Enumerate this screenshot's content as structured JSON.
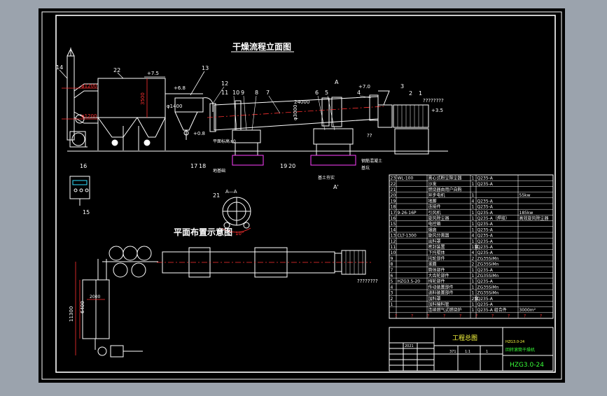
{
  "colors": {
    "window_bg": "#9ba3ad",
    "canvas": "#000000",
    "line": "#ffffff",
    "dim": "#ff3030",
    "green": "#38ff38",
    "yellow": "#ffff40",
    "cyan": "#30e0ff",
    "magenta": "#ff40ff",
    "blue": "#4080ff"
  },
  "titles": {
    "elevation": "干燥流程立面图",
    "plan": "平面布置示意图",
    "section": "A—A"
  },
  "elevation": {
    "callouts": [
      "14",
      "22",
      "13",
      "12",
      "11",
      "10",
      "9",
      "8",
      "7",
      "6",
      "5",
      "4",
      "3",
      "2",
      "1",
      "17",
      "18",
      "19",
      "20",
      "16",
      "15",
      "21"
    ],
    "dims": {
      "length": "24000",
      "height": "3500",
      "pipe_1": "φ1200",
      "pipe_2": "φ1200",
      "pipe_3": "φ1400",
      "level_1": "+7.5",
      "level_2": "+6.8",
      "level_3": "+7.0",
      "level_4": "+3.5",
      "level_5": "+0.8",
      "drum_dia": "φ3000",
      "mark_1": "????????",
      "mark_2": "??",
      "mark_3": "??"
    },
    "labels": {
      "floor_left": "平面标高±0",
      "foundation_left": "地基础",
      "foundation_right": "基土夯实",
      "concrete": "钢筋混凝土",
      "pit": "基坑",
      "section_a": "A",
      "section_a2": "A'",
      "angle": "10°"
    }
  },
  "plan": {
    "dims": {
      "length": "11300",
      "width": "6400",
      "drum": "2000"
    },
    "note": "????????"
  },
  "bom": {
    "rows": [
      {
        "no": "23",
        "code": "WL-100",
        "name": "离心式粉尘除尘器",
        "qty": "1",
        "mat": "Q235-A",
        "extra": ""
      },
      {
        "no": "22",
        "code": "",
        "name": "沙发",
        "qty": "1",
        "mat": "Q235-A",
        "extra": ""
      },
      {
        "no": "21",
        "code": "",
        "name": "燃烧器由用户自购",
        "qty": "",
        "mat": "",
        "extra": ""
      },
      {
        "no": "20",
        "code": "",
        "name": "异步电机",
        "qty": "1",
        "mat": "",
        "extra": "55kw"
      },
      {
        "no": "19",
        "code": "",
        "name": "地脚",
        "qty": "4",
        "mat": "Q235-A",
        "extra": ""
      },
      {
        "no": "18",
        "code": "",
        "name": "连接件",
        "qty": "1",
        "mat": "Q235-A",
        "extra": ""
      },
      {
        "no": "17",
        "code": "9-26-16P",
        "name": "引风机",
        "qty": "1",
        "mat": "Q235-A",
        "extra": "185kw"
      },
      {
        "no": "16",
        "code": "",
        "name": "旋风除尘器",
        "qty": "1",
        "mat": "Q235-A（焊接）",
        "extra": "高效旋风除尘器"
      },
      {
        "no": "15",
        "code": "",
        "name": "电控箱",
        "qty": "1",
        "mat": "Q235-A",
        "extra": ""
      },
      {
        "no": "14",
        "code": "",
        "name": "烟囱",
        "qty": "1",
        "mat": "Q235-A",
        "extra": ""
      },
      {
        "no": "13",
        "code": "CLT-1300",
        "name": "旋风分离器",
        "qty": "4",
        "mat": "Q235-A",
        "extra": ""
      },
      {
        "no": "12",
        "code": "",
        "name": "出料罩",
        "qty": "1",
        "mat": "Q235-A",
        "extra": ""
      },
      {
        "no": "11",
        "code": "",
        "name": "密封装置",
        "qty": "1套",
        "mat": "Q235-A",
        "extra": ""
      },
      {
        "no": "10",
        "code": "",
        "name": "下托辊体",
        "qty": "4",
        "mat": "Q235-A",
        "extra": ""
      },
      {
        "no": "9",
        "code": "",
        "name": "托轮部件",
        "qty": "2",
        "mat": "ZG35SiMn",
        "extra": ""
      },
      {
        "no": "8",
        "code": "",
        "name": "滚圈",
        "qty": "2",
        "mat": "ZG35SiMn",
        "extra": ""
      },
      {
        "no": "7",
        "code": "",
        "name": "筒体部件",
        "qty": "1",
        "mat": "Q235-A",
        "extra": ""
      },
      {
        "no": "6",
        "code": "",
        "name": "大齿轮部件",
        "qty": "1",
        "mat": "ZG35SiMn",
        "extra": ""
      },
      {
        "no": "5",
        "code": "HZG3.5-20",
        "name": "挡轮部件",
        "qty": "1",
        "mat": "Q235-A",
        "extra": ""
      },
      {
        "no": "4",
        "code": "",
        "name": "传动装置部件",
        "qty": "1",
        "mat": "ZG35SiMn",
        "extra": ""
      },
      {
        "no": "3",
        "code": "",
        "name": "进料装置部件",
        "qty": "1",
        "mat": "ZG35SiMn",
        "extra": ""
      },
      {
        "no": "2",
        "code": "",
        "name": "加料罩",
        "qty": "2套",
        "mat": "Q235-A",
        "extra": ""
      },
      {
        "no": "1",
        "code": "",
        "name": "加料输料管",
        "qty": "1",
        "mat": "Q235-A",
        "extra": ""
      },
      {
        "no": "",
        "code": "",
        "name": "连续燃气式燃烧炉",
        "qty": "1",
        "mat": "Q235-A 组合件",
        "extra": "3000m²"
      }
    ],
    "question_row": [
      "?",
      "?",
      "?",
      "?",
      "?",
      "?",
      "?",
      "?",
      "?",
      "?"
    ],
    "title": "工程总图",
    "model_small": "HZG3.0-24",
    "model_desc": "回转滚筒干燥机",
    "drawing_no": "HZG3.0-24",
    "rev_a": "2021",
    "rev_b": "371",
    "scale": "1:1",
    "sheet": "1"
  }
}
